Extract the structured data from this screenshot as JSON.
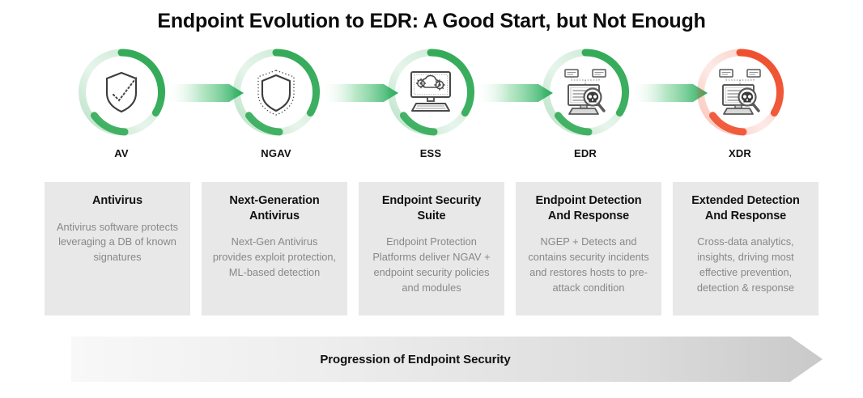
{
  "title": "Endpoint Evolution to EDR: A Good Start, but Not Enough",
  "colors": {
    "green": "#35ab5a",
    "green_light": "#cdeed6",
    "orange": "#ef5130",
    "orange_light": "#fbd5cb",
    "card_bg": "#e8e8e8",
    "title_text": "#0d0d0d",
    "body_text": "#888888",
    "bar_start": "#f7f7f7",
    "bar_end": "#c9c9c9"
  },
  "stages": [
    {
      "abbr": "AV",
      "icon": "shield-check-icon",
      "ring_color": "#35ab5a",
      "card_title": "Antivirus",
      "card_body": "Antivirus software protects leveraging a DB of known signatures"
    },
    {
      "abbr": "NGAV",
      "icon": "shield-dotted-icon",
      "ring_color": "#35ab5a",
      "card_title": "Next-Generation Antivirus",
      "card_body": "Next-Gen Antivirus provides exploit protection, ML-based detection"
    },
    {
      "abbr": "ESS",
      "icon": "monitor-cloud-gears-icon",
      "ring_color": "#35ab5a",
      "card_title": "Endpoint Security Suite",
      "card_body": "Endpoint Protection Platforms deliver NGAV + endpoint security policies and modules"
    },
    {
      "abbr": "EDR",
      "icon": "monitor-magnifier-skull-icon",
      "ring_color": "#35ab5a",
      "card_title": "Endpoint Detection And Response",
      "card_body": "NGEP + Detects and contains security incidents and restores hosts to pre-attack condition"
    },
    {
      "abbr": "XDR",
      "icon": "monitor-magnifier-skull-icon",
      "ring_color": "#ef5130",
      "card_title": "Extended Detection And Response",
      "card_body": "Cross-data analytics, insights, driving most effective prevention, detection & response"
    }
  ],
  "connectors": [
    {
      "name": "arrow-av-to-ngav"
    },
    {
      "name": "arrow-ngav-to-ess"
    },
    {
      "name": "arrow-ess-to-edr"
    },
    {
      "name": "arrow-edr-to-xdr"
    }
  ],
  "progression": {
    "label": "Progression of Endpoint Security"
  }
}
